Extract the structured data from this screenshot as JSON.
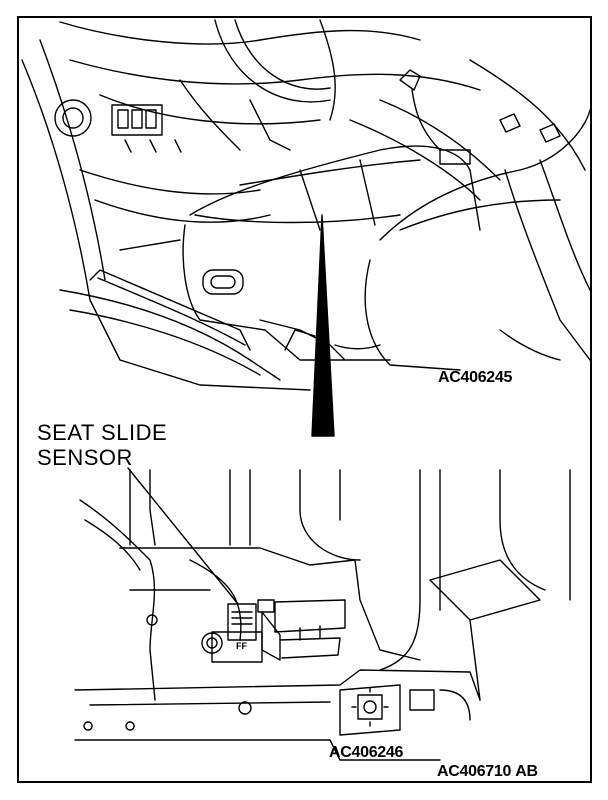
{
  "figure": {
    "top_view_ref": "AC406245",
    "bottom_view_ref": "AC406246",
    "figure_ref": "AC406710",
    "figure_suffix": "AB"
  },
  "callout": {
    "line1": "SEAT SLIDE",
    "line2": "SENSOR"
  },
  "sensor_marking": "FF"
}
